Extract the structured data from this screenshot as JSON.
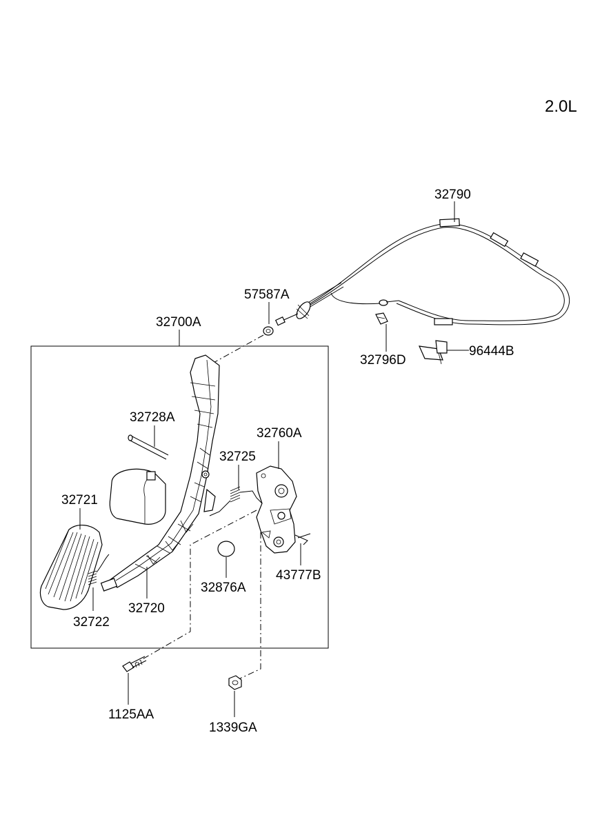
{
  "engine_label": "2.0L",
  "parts": {
    "p32790": "32790",
    "p57587A": "57587A",
    "p32700A": "32700A",
    "p32796D": "32796D",
    "p96444B": "96444B",
    "p32728A": "32728A",
    "p32760A": "32760A",
    "p32725": "32725",
    "p32721": "32721",
    "p32876A": "32876A",
    "p43777B": "43777B",
    "p32720": "32720",
    "p32722": "32722",
    "p1125AA": "1125AA",
    "p1339GA": "1339GA"
  }
}
